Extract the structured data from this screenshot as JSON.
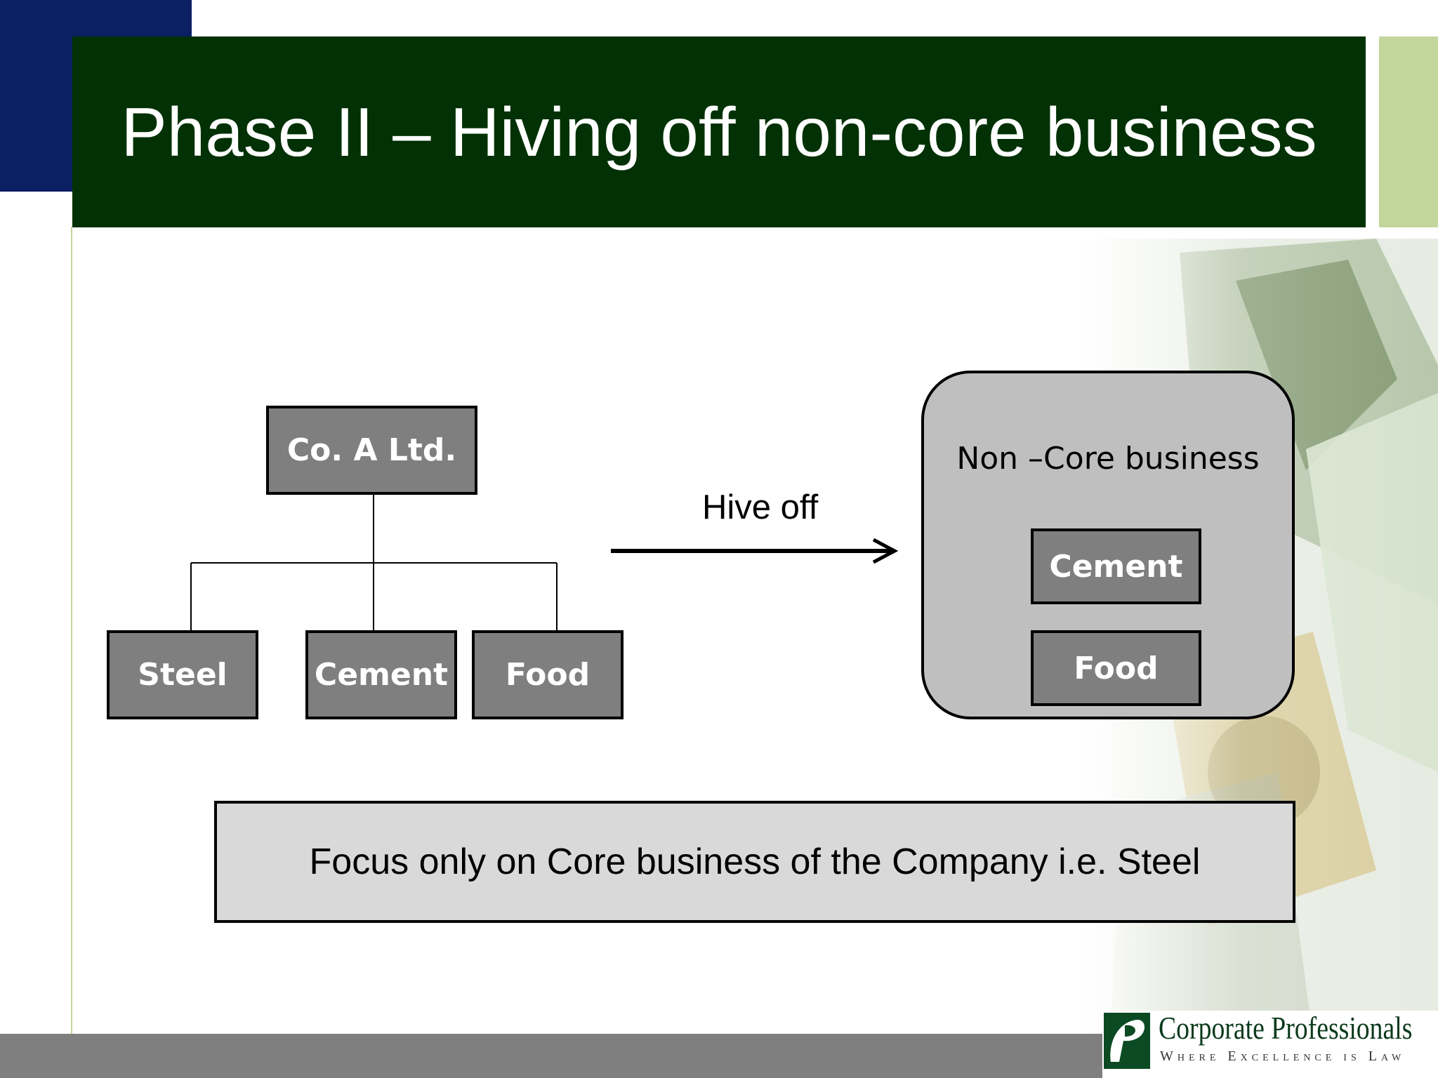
{
  "slide": {
    "title": "Phase II – Hiving off non-core business"
  },
  "diagram": {
    "parent": "Co. A Ltd.",
    "children": [
      "Steel",
      "Cement",
      "Food"
    ],
    "arrow_label": "Hive off",
    "target_group": {
      "label": "Non –Core business",
      "items": [
        "Cement",
        "Food"
      ]
    }
  },
  "note": {
    "text": "Focus only on Core business of the Company i.e. Steel"
  },
  "footer": {
    "logo_name": "Corporate Professionals",
    "logo_tagline": "Where Excellence is Law"
  },
  "colors": {
    "title_band": "#013104",
    "accent_blue": "#0b1f63",
    "accent_green": "#c3d69b",
    "box_fill": "#7f7f7f",
    "panel_fill": "#bfbfbf",
    "note_fill": "#d9d9d9",
    "footer_bar": "#7f7f7f"
  }
}
